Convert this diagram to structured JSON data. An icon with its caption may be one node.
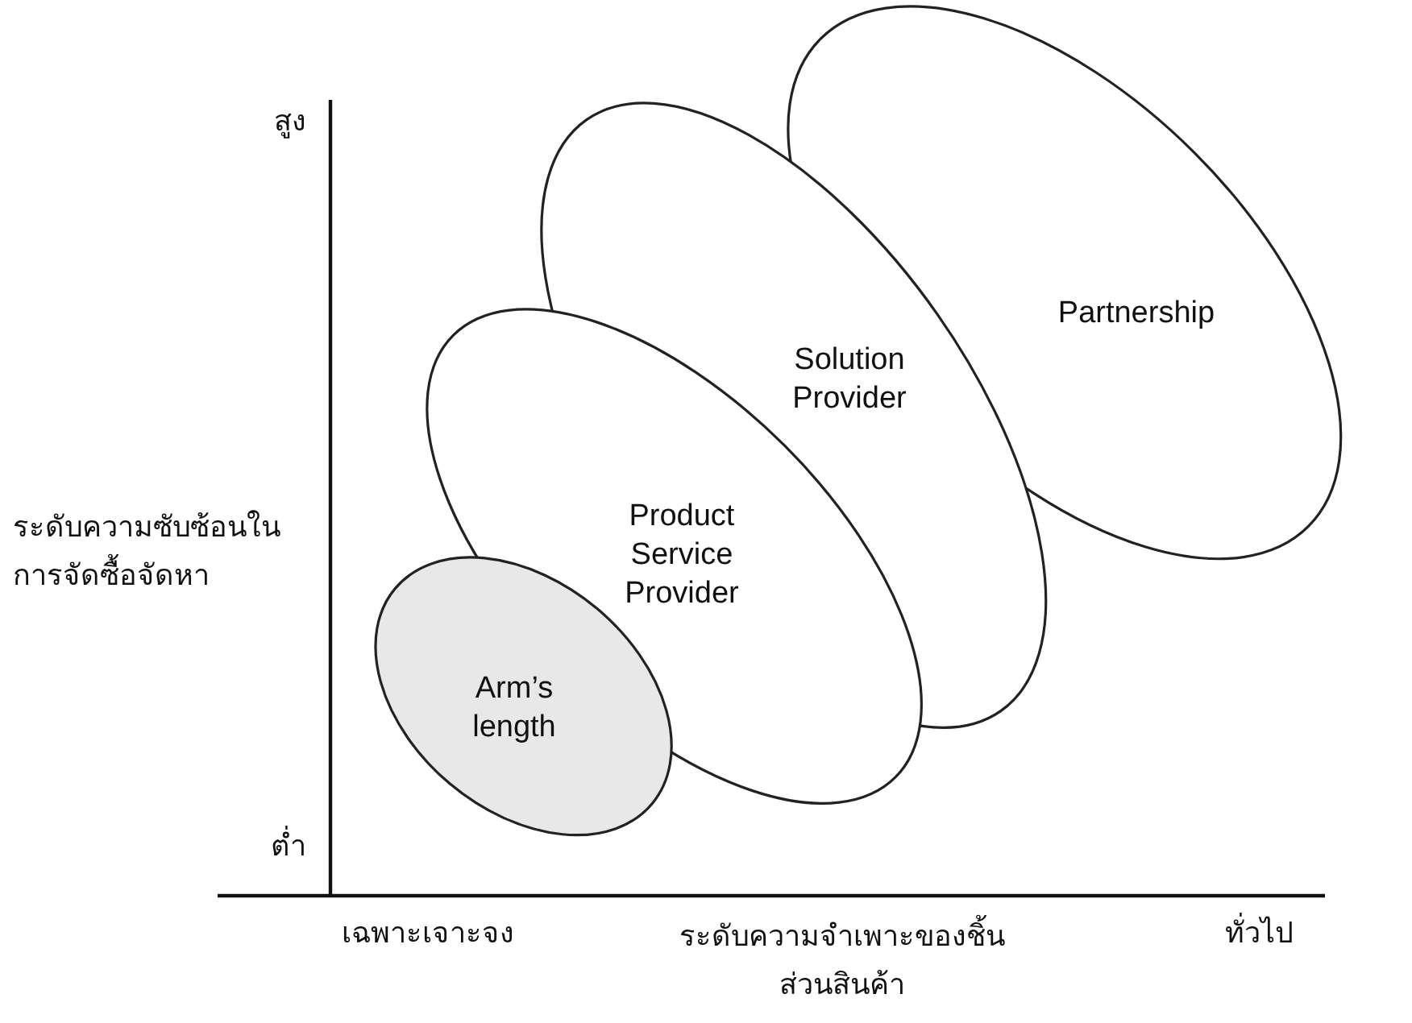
{
  "diagram": {
    "nodes": [
      {
        "text": [
          "Partnership"
        ]
      },
      {
        "text": [
          "Solution Provider"
        ]
      },
      {
        "text": [
          "Product Service Provider"
        ]
      },
      {
        "text": [
          "Arm’s length"
        ]
      }
    ],
    "labels": [
      "สูง",
      "ระดับความซับซ้อนในการจัดซื้อจัดหา",
      "ต่ำ",
      "เฉพาะเจาะจง",
      "ระดับความจำเพาะของชิ้นส่วนสินค้า",
      "ทั่วไป"
    ]
  }
}
